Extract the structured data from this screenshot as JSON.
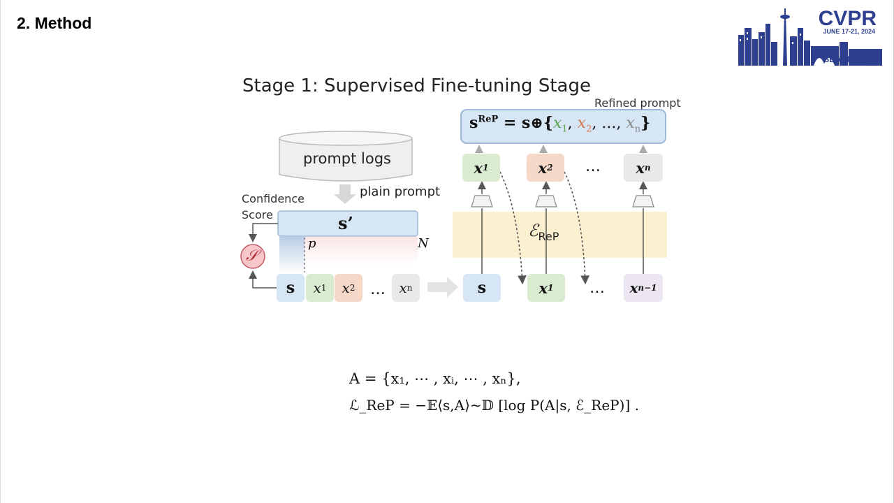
{
  "slide": {
    "title": "2. Method"
  },
  "logo": {
    "name": "CVPR",
    "dates": "JUNE 17-21, 2024",
    "city": "SEATTLE, WA",
    "color": "#2d3f8e"
  },
  "diagram": {
    "stage_title": "Stage 1: Supervised Fine-tuning Stage",
    "refined_prompt_label": "Refined prompt",
    "refined_formula_lhs": "s",
    "refined_formula_sup": "ReP",
    "refined_formula_eq": " = s⊕{",
    "refined_x1": "x",
    "refined_x1_sub": "1",
    "refined_x2": "x",
    "refined_x2_sub": "2",
    "refined_dots": ", ..., ",
    "refined_xn": "x",
    "refined_xn_sub": "n",
    "refined_close": "}",
    "prompt_logs": "prompt logs",
    "plain_prompt": "plain prompt",
    "confidence_label": "Confidence",
    "score_label": "Score",
    "s_prime": "s’",
    "p_label": "p",
    "n_label": "N",
    "score_symbol": "𝒮",
    "encoder_label": "ℰ",
    "encoder_sub": "ReP",
    "seq_s": "s",
    "seq_x1": "x",
    "seq_x1_sub": "1",
    "seq_x2": "x",
    "seq_x2_sub": "2",
    "seq_dots": "…",
    "seq_xn": "x",
    "seq_xn_sub": "n",
    "out_x1": "x",
    "out_x1_sub": "1",
    "out_x2": "x",
    "out_x2_sub": "2",
    "out_dots": "…",
    "out_xn": "x",
    "out_xn_sub": "n",
    "in_s": "s",
    "in_x1": "x",
    "in_x1_sub": "1",
    "in_dots": "…",
    "in_xn1": "x",
    "in_xn1_sub": "n−1"
  },
  "equations": {
    "line1": "A = {x₁, ⋯ , xᵢ, ⋯ , xₙ},",
    "line2": "ℒ_ReP = −𝔼⟨s,A⟩∼𝔻 [log P(A|s, ℰ_ReP)] ."
  }
}
